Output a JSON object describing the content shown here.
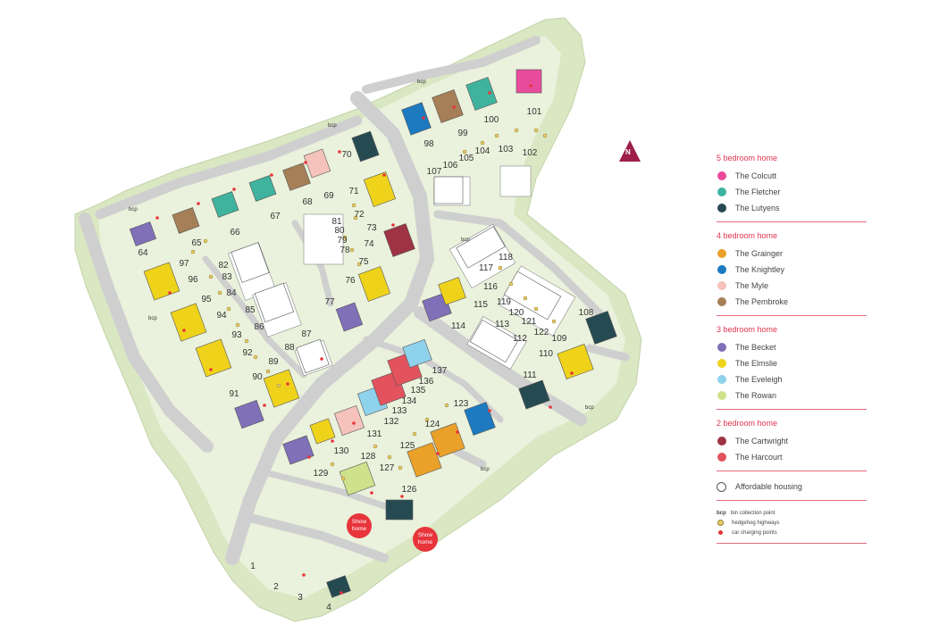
{
  "colors": {
    "site_green": "#d9e7c3",
    "road": "#cfcfcf",
    "colcutt": "#e84b9c",
    "fletcher": "#3fb39e",
    "lutyens": "#264a52",
    "grainger": "#e9a12a",
    "knightley": "#1d7ac0",
    "myle": "#f5c2bc",
    "pembroke": "#a67f57",
    "becket": "#7f70b8",
    "elmslie": "#efd31a",
    "eveleigh": "#8fd2ec",
    "rowan": "#cfe28b",
    "cartwright": "#9e3344",
    "harcourt": "#e2535e",
    "accent": "#e3354f"
  },
  "north_label": "N",
  "legend": {
    "sections": [
      {
        "heading": "5 bedroom home",
        "items": [
          {
            "label": "The Colcutt",
            "color": "#e84b9c"
          },
          {
            "label": "The Fletcher",
            "color": "#3fb39e"
          },
          {
            "label": "The Lutyens",
            "color": "#264a52"
          }
        ]
      },
      {
        "heading": "4 bedroom home",
        "items": [
          {
            "label": "The Grainger",
            "color": "#e9a12a"
          },
          {
            "label": "The Knightley",
            "color": "#1d7ac0"
          },
          {
            "label": "The Myle",
            "color": "#f5c2bc"
          },
          {
            "label": "The Pembroke",
            "color": "#a67f57"
          }
        ]
      },
      {
        "heading": "3 bedroom home",
        "items": [
          {
            "label": "The Becket",
            "color": "#7f70b8"
          },
          {
            "label": "The Elmslie",
            "color": "#efd31a"
          },
          {
            "label": "The Eveleigh",
            "color": "#8fd2ec"
          },
          {
            "label": "The Rowan",
            "color": "#cfe28b"
          }
        ]
      },
      {
        "heading": "2 bedroom home",
        "items": [
          {
            "label": "The Cartwright",
            "color": "#9e3344"
          },
          {
            "label": "The Harcourt",
            "color": "#e2535e"
          }
        ]
      }
    ],
    "affordable": "Affordable housing",
    "key": [
      {
        "code": "bcp",
        "label": "bin collection point",
        "kind": "text"
      },
      {
        "code": "",
        "label": "hedgehog highways",
        "kind": "hog"
      },
      {
        "code": "",
        "label": "car charging points",
        "kind": "dot",
        "color": "#e8343b"
      }
    ]
  },
  "show_home_label": "Show home",
  "bcp_label": "bcp",
  "plots": [
    {
      "n": "1",
      "t": "none"
    },
    {
      "n": "2",
      "t": "none"
    },
    {
      "n": "3",
      "t": "none"
    },
    {
      "n": "4",
      "t": "lutyens"
    },
    {
      "n": "64",
      "t": "becket"
    },
    {
      "n": "65",
      "t": "pembroke"
    },
    {
      "n": "66",
      "t": "fletcher"
    },
    {
      "n": "67",
      "t": "fletcher"
    },
    {
      "n": "68",
      "t": "pembroke"
    },
    {
      "n": "69",
      "t": "myle"
    },
    {
      "n": "70",
      "t": "lutyens"
    },
    {
      "n": "71",
      "t": "none"
    },
    {
      "n": "72",
      "t": "elmslie"
    },
    {
      "n": "73",
      "t": "none"
    },
    {
      "n": "74",
      "t": "cartwright"
    },
    {
      "n": "75",
      "t": "elmslie"
    },
    {
      "n": "76",
      "t": "none"
    },
    {
      "n": "77",
      "t": "becket"
    },
    {
      "n": "78",
      "t": "none"
    },
    {
      "n": "79",
      "t": "none"
    },
    {
      "n": "80",
      "t": "none"
    },
    {
      "n": "81",
      "t": "none"
    },
    {
      "n": "82",
      "t": "none"
    },
    {
      "n": "83",
      "t": "none"
    },
    {
      "n": "84",
      "t": "none"
    },
    {
      "n": "85",
      "t": "none"
    },
    {
      "n": "86",
      "t": "none"
    },
    {
      "n": "87",
      "t": "none"
    },
    {
      "n": "88",
      "t": "none"
    },
    {
      "n": "89",
      "t": "elmslie"
    },
    {
      "n": "90",
      "t": "elmslie"
    },
    {
      "n": "91",
      "t": "becket"
    },
    {
      "n": "92",
      "t": "elmslie"
    },
    {
      "n": "93",
      "t": "none"
    },
    {
      "n": "94",
      "t": "elmslie"
    },
    {
      "n": "95",
      "t": "none"
    },
    {
      "n": "96",
      "t": "elmslie"
    },
    {
      "n": "97",
      "t": "none"
    },
    {
      "n": "98",
      "t": "knightley"
    },
    {
      "n": "99",
      "t": "pembroke"
    },
    {
      "n": "100",
      "t": "fletcher"
    },
    {
      "n": "101",
      "t": "colcutt"
    },
    {
      "n": "102",
      "t": "none"
    },
    {
      "n": "103",
      "t": "none"
    },
    {
      "n": "104",
      "t": "none"
    },
    {
      "n": "105",
      "t": "none"
    },
    {
      "n": "106",
      "t": "none"
    },
    {
      "n": "107",
      "t": "none"
    },
    {
      "n": "108",
      "t": "lutyens"
    },
    {
      "n": "109",
      "t": "none"
    },
    {
      "n": "110",
      "t": "elmslie"
    },
    {
      "n": "111",
      "t": "lutyens"
    },
    {
      "n": "112",
      "t": "none"
    },
    {
      "n": "113",
      "t": "none"
    },
    {
      "n": "114",
      "t": "becket"
    },
    {
      "n": "115",
      "t": "elmslie"
    },
    {
      "n": "116",
      "t": "none"
    },
    {
      "n": "117",
      "t": "none"
    },
    {
      "n": "118",
      "t": "none"
    },
    {
      "n": "119",
      "t": "none"
    },
    {
      "n": "120",
      "t": "none"
    },
    {
      "n": "121",
      "t": "none"
    },
    {
      "n": "122",
      "t": "none"
    },
    {
      "n": "123",
      "t": "knightley"
    },
    {
      "n": "124",
      "t": "grainger"
    },
    {
      "n": "125",
      "t": "grainger"
    },
    {
      "n": "126",
      "t": "lutyens"
    },
    {
      "n": "127",
      "t": "rowan"
    },
    {
      "n": "128",
      "t": "none"
    },
    {
      "n": "129",
      "t": "becket"
    },
    {
      "n": "130",
      "t": "elmslie"
    },
    {
      "n": "131",
      "t": "myle"
    },
    {
      "n": "132",
      "t": "none"
    },
    {
      "n": "133",
      "t": "eveleigh"
    },
    {
      "n": "134",
      "t": "harcourt"
    },
    {
      "n": "135",
      "t": "harcourt"
    },
    {
      "n": "136",
      "t": "eveleigh"
    },
    {
      "n": "137",
      "t": "none"
    }
  ]
}
